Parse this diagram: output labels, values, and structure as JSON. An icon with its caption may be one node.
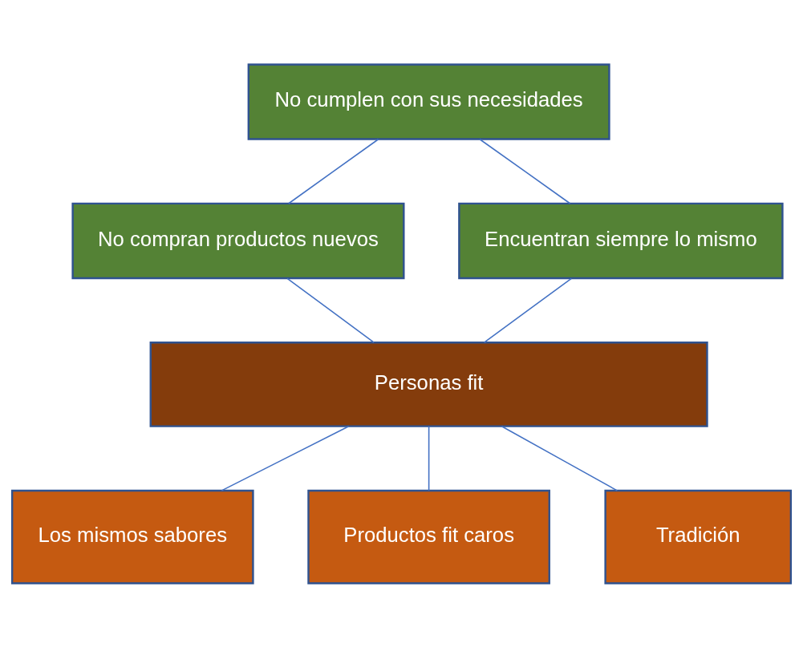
{
  "diagram": {
    "nodes": [
      {
        "text": [
          "No cumplen con sus necesidades"
        ]
      },
      {
        "text": [
          "No compran productos nuevos"
        ]
      },
      {
        "text": [
          "Encuentran siempre lo mismo"
        ]
      },
      {
        "text": [
          "Personas fit"
        ]
      },
      {
        "text": [
          "Los mismos sabores"
        ]
      },
      {
        "text": [
          "Productos fit caros"
        ]
      },
      {
        "text": [
          "Tradición"
        ]
      }
    ],
    "edges": [
      {
        "from": 0,
        "to": 1,
        "arrow": "none"
      },
      {
        "from": 0,
        "to": 2,
        "arrow": "none"
      },
      {
        "from": 1,
        "to": 3,
        "arrow": "none"
      },
      {
        "from": 2,
        "to": 3,
        "arrow": "none"
      },
      {
        "from": 3,
        "to": 4,
        "arrow": "none"
      },
      {
        "from": 3,
        "to": 5,
        "arrow": "none"
      },
      {
        "from": 3,
        "to": 6,
        "arrow": "none"
      }
    ]
  }
}
